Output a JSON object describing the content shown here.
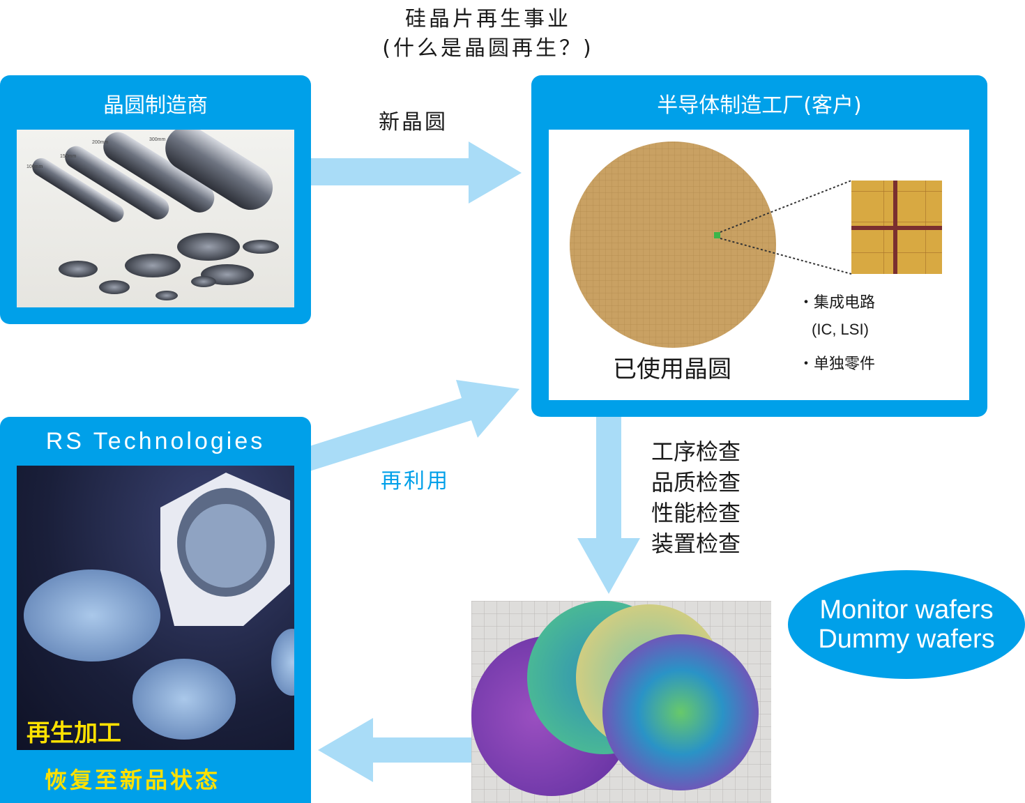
{
  "header": {
    "line1": "硅晶片再生事业",
    "line2": "(什么是晶圆再生？)"
  },
  "wafer_maker": {
    "title": "晶圆制造商",
    "size_labels": [
      "100mm",
      "150mm",
      "200mm",
      "300mm"
    ]
  },
  "arrow_new": {
    "label": "新晶圆"
  },
  "fab": {
    "title": "半导体制造工厂(客户)",
    "used_wafer_label": "已使用晶圆",
    "bullet1": "・集成电路",
    "bullet1_sub": "(IC, LSI)",
    "bullet2": "・单独零件"
  },
  "arrow_reuse": {
    "label": "再利用"
  },
  "rs": {
    "title": "RS Technologies",
    "process_label": "再生加工",
    "restore_label": "恢复至新品状态"
  },
  "checks": [
    "工序检查",
    "品质检查",
    "性能检查",
    "装置检查"
  ],
  "badge": {
    "line1": "Monitor wafers",
    "line2": "Dummy wafers"
  },
  "colors": {
    "accent": "#00a0e9",
    "arrow": "#a9dcf7",
    "highlight": "#ffe100"
  }
}
